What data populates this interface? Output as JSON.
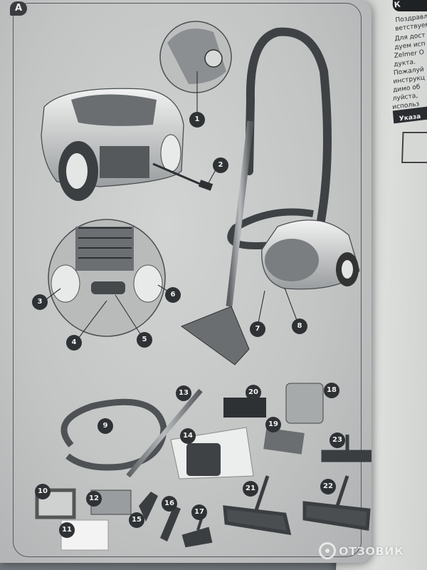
{
  "photo": {
    "panel_label": "A",
    "right_page": {
      "tab": "К",
      "lines": [
        "Поздравл",
        "ветствуем",
        "Для дост",
        "дуем исп",
        "Zelmer O",
        "дукта.",
        "Пожалуй",
        "инструкц",
        "димо об",
        "луйста,",
        "использ"
      ],
      "section_bar": "Указа"
    },
    "watermark": {
      "text": "ОТЗОВИК",
      "icon": "otzovik-logo-icon"
    },
    "callouts": [
      "1",
      "2",
      "3",
      "4",
      "5",
      "6",
      "7",
      "8",
      "9",
      "10",
      "11",
      "12",
      "13",
      "14",
      "15",
      "16",
      "17",
      "18",
      "19",
      "20",
      "21",
      "22",
      "23"
    ]
  }
}
